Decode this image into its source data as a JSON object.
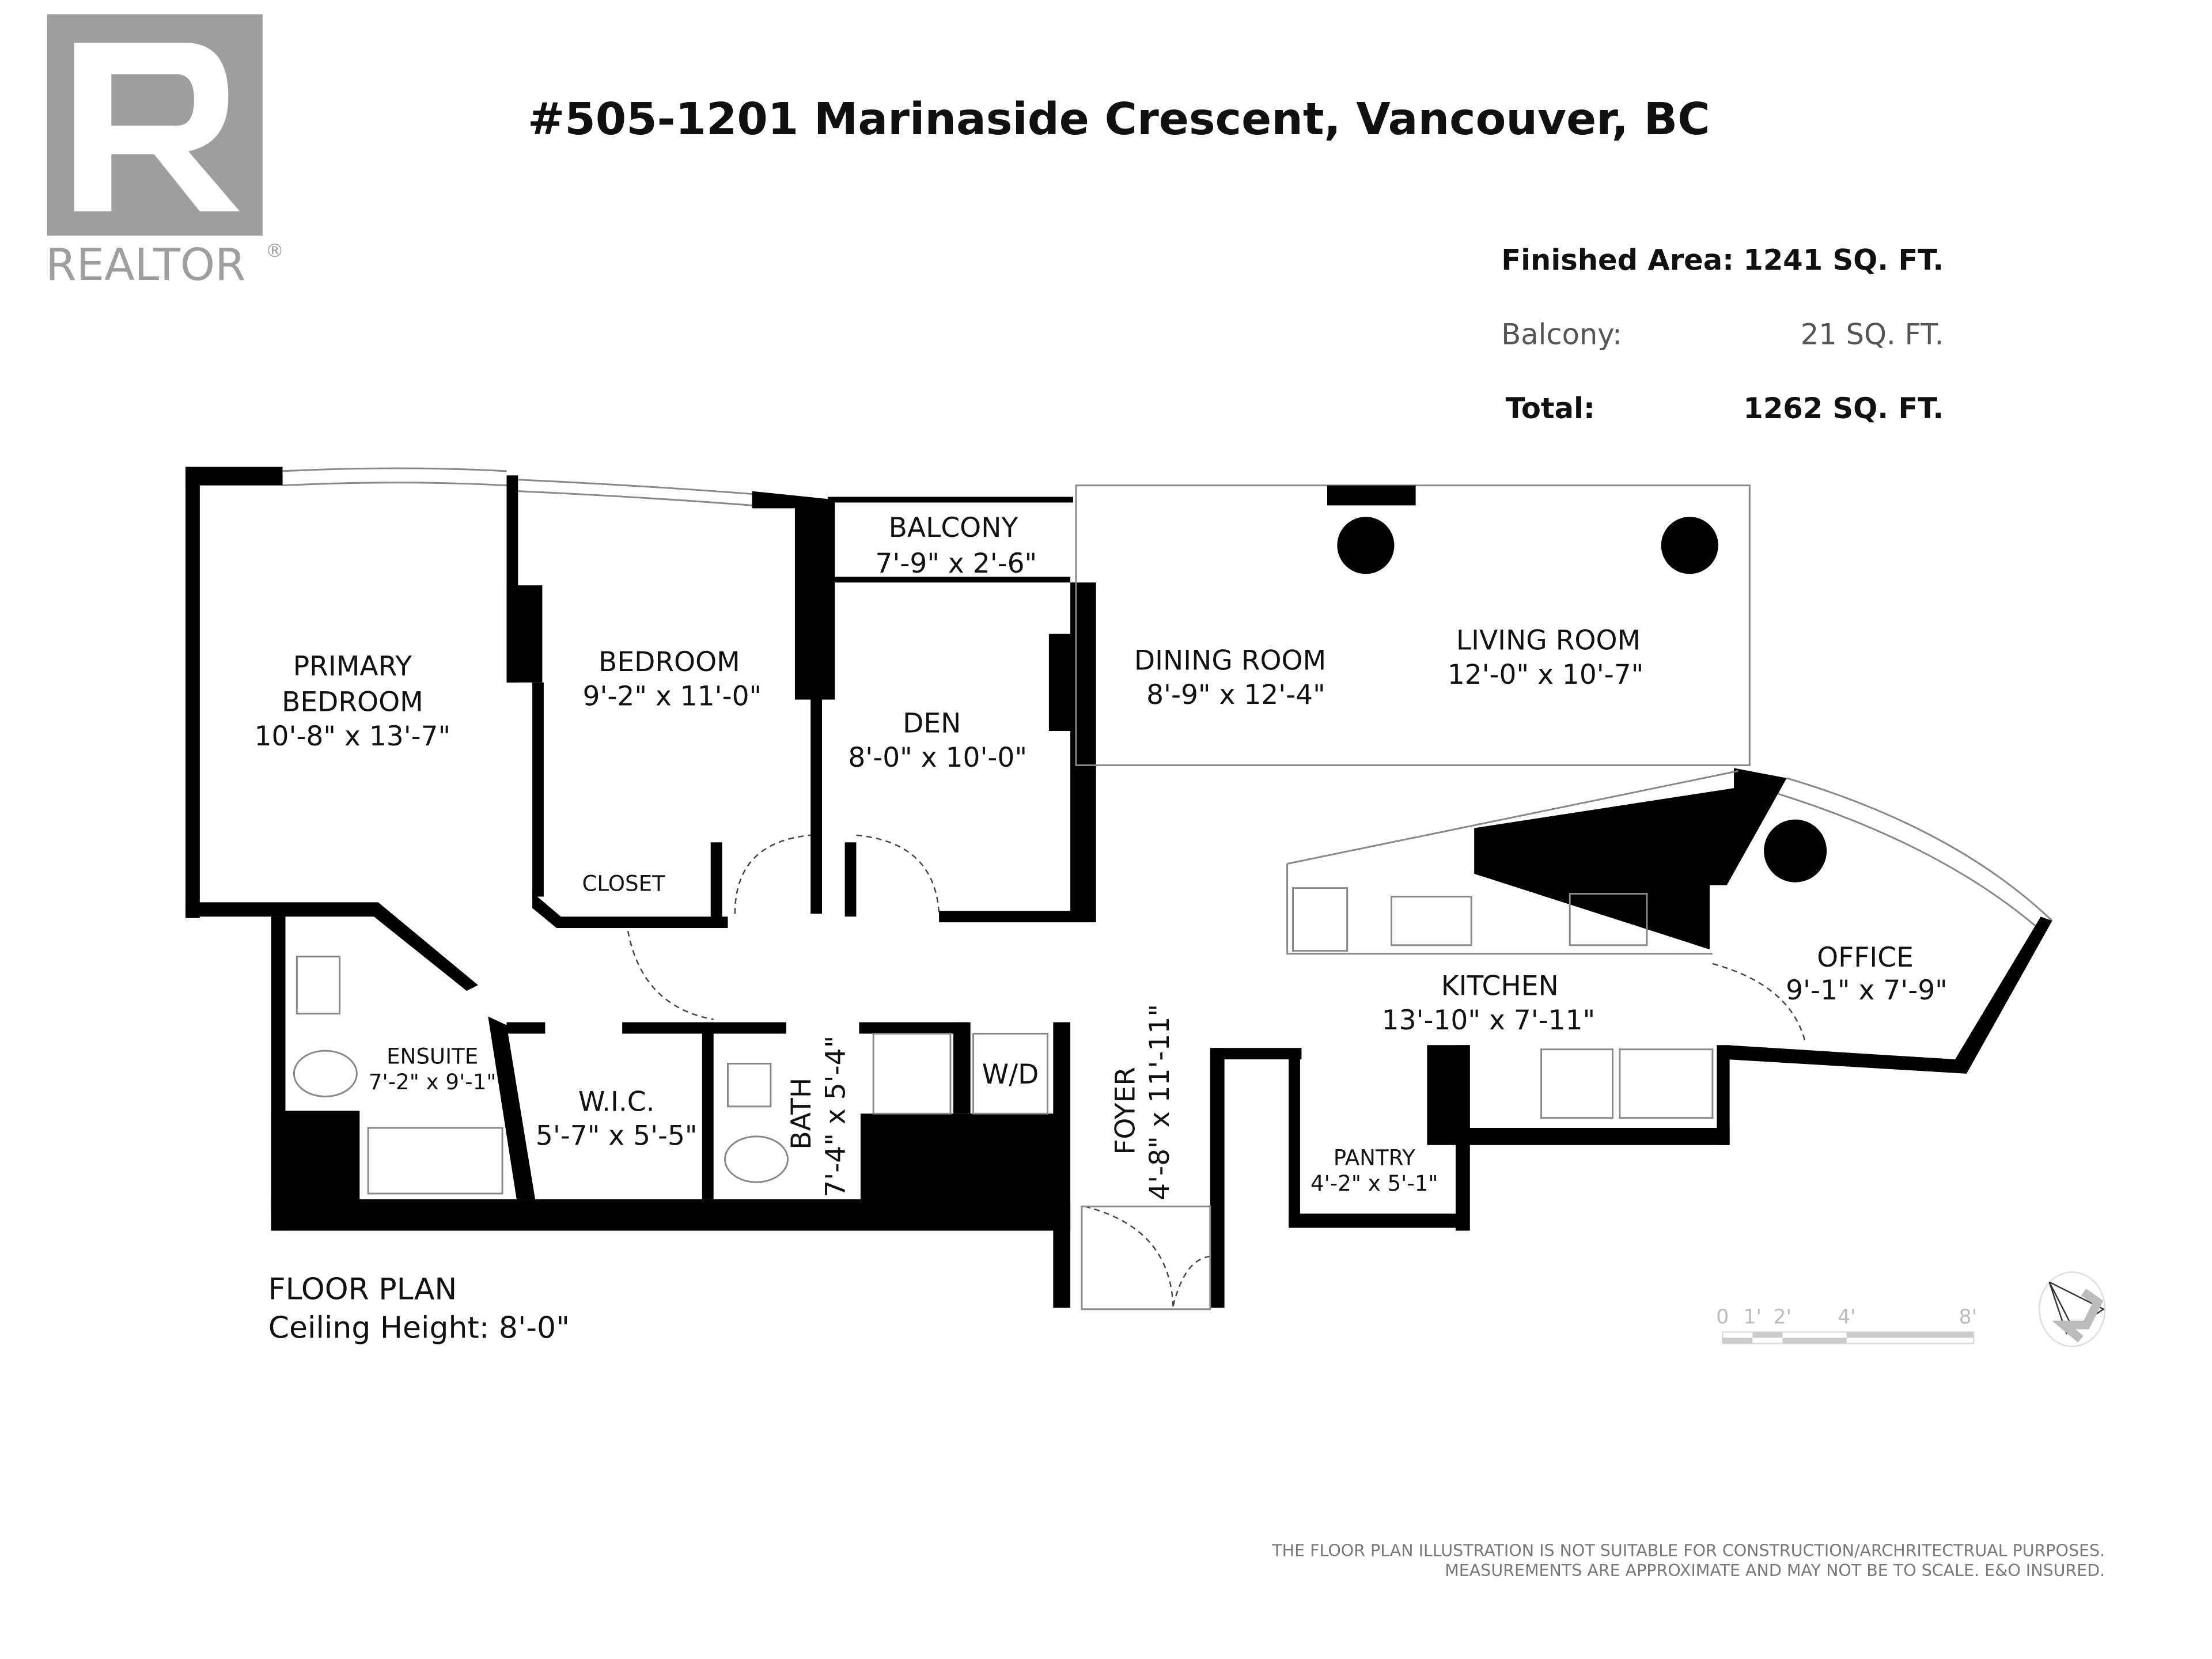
{
  "logo": {
    "text": "REALTOR",
    "mark": "®",
    "color": "#9e9e9e"
  },
  "title": "#505-1201 Marinaside Crescent, Vancouver, BC",
  "areas": [
    {
      "label": "Finished Area:",
      "value": "1241 SQ. FT.",
      "bold": true
    },
    {
      "label": "Balcony:",
      "value": "21 SQ. FT.",
      "bold": false
    },
    {
      "label": "Total:",
      "value": "1262 SQ. FT.",
      "bold": true
    }
  ],
  "rooms": {
    "primary_bedroom": {
      "name1": "PRIMARY",
      "name2": "BEDROOM",
      "dims": "10'-8\" x 13'-7\""
    },
    "bedroom": {
      "name": "BEDROOM",
      "dims": "9'-2\" x 11'-0\""
    },
    "balcony": {
      "name": "BALCONY",
      "dims": "7'-9\" x 2'-6\""
    },
    "den": {
      "name": "DEN",
      "dims": "8'-0\" x 10'-0\""
    },
    "dining_room": {
      "name": "DINING ROOM",
      "dims": "8'-9\" x 12'-4\""
    },
    "living_room": {
      "name": "LIVING ROOM",
      "dims": "12'-0\" x 10'-7\""
    },
    "closet": {
      "name": "CLOSET"
    },
    "office": {
      "name": "OFFICE",
      "dims": "9'-1\" x 7'-9\""
    },
    "kitchen": {
      "name": "KITCHEN",
      "dims": "13'-10\" x 7'-11\""
    },
    "ensuite": {
      "name": "ENSUITE",
      "dims": "7'-2\" x 9'-1\""
    },
    "wic": {
      "name": "W.I.C.",
      "dims": "5'-7\" x 5'-5\""
    },
    "bath": {
      "name": "BATH",
      "dims": "7'-4\" x 5'-4\""
    },
    "wd": {
      "name": "W/D"
    },
    "foyer": {
      "name": "FOYER",
      "dims": "4'-8\" x 11'-11\""
    },
    "pantry": {
      "name": "PANTRY",
      "dims": "4'-2\" x 5'-1\""
    }
  },
  "floor_plan": {
    "label": "FLOOR PLAN",
    "ceiling": "Ceiling Height: 8'-0\""
  },
  "scale_bar": {
    "ticks": [
      "0",
      "1'",
      "2'",
      "4'",
      "8'"
    ]
  },
  "compass_icon": "north-arrow",
  "disclaimer": {
    "line1": "THE FLOOR PLAN ILLUSTRATION IS NOT SUITABLE FOR CONSTRUCTION/ARCHRITECTRUAL PURPOSES.",
    "line2": "MEASUREMENTS ARE APPROXIMATE AND MAY NOT BE TO SCALE. E&O INSURED."
  }
}
